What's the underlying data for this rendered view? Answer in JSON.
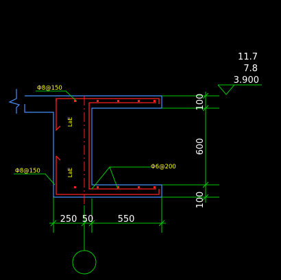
{
  "colors": {
    "background": "#000000",
    "outline": "#4a90ff",
    "rebar": "#ff2020",
    "dimension": "#00cc00",
    "annotation_text": "#ffff00",
    "elevation_text": "#ffffff"
  },
  "elevations": {
    "top": "11.7",
    "middle": "7.8",
    "bottom": "3.900"
  },
  "rebar_labels": {
    "top_distribution": "Φ8@150",
    "side_distribution": "Φ8@150",
    "stirrup": "Φ6@200",
    "anchor_upper": "LaE",
    "anchor_lower": "LaE"
  },
  "dimensions": {
    "vertical_top": "100",
    "vertical_middle": "600",
    "vertical_bottom": "100",
    "horizontal_left": "250",
    "horizontal_middle": "50",
    "horizontal_right": "550"
  }
}
